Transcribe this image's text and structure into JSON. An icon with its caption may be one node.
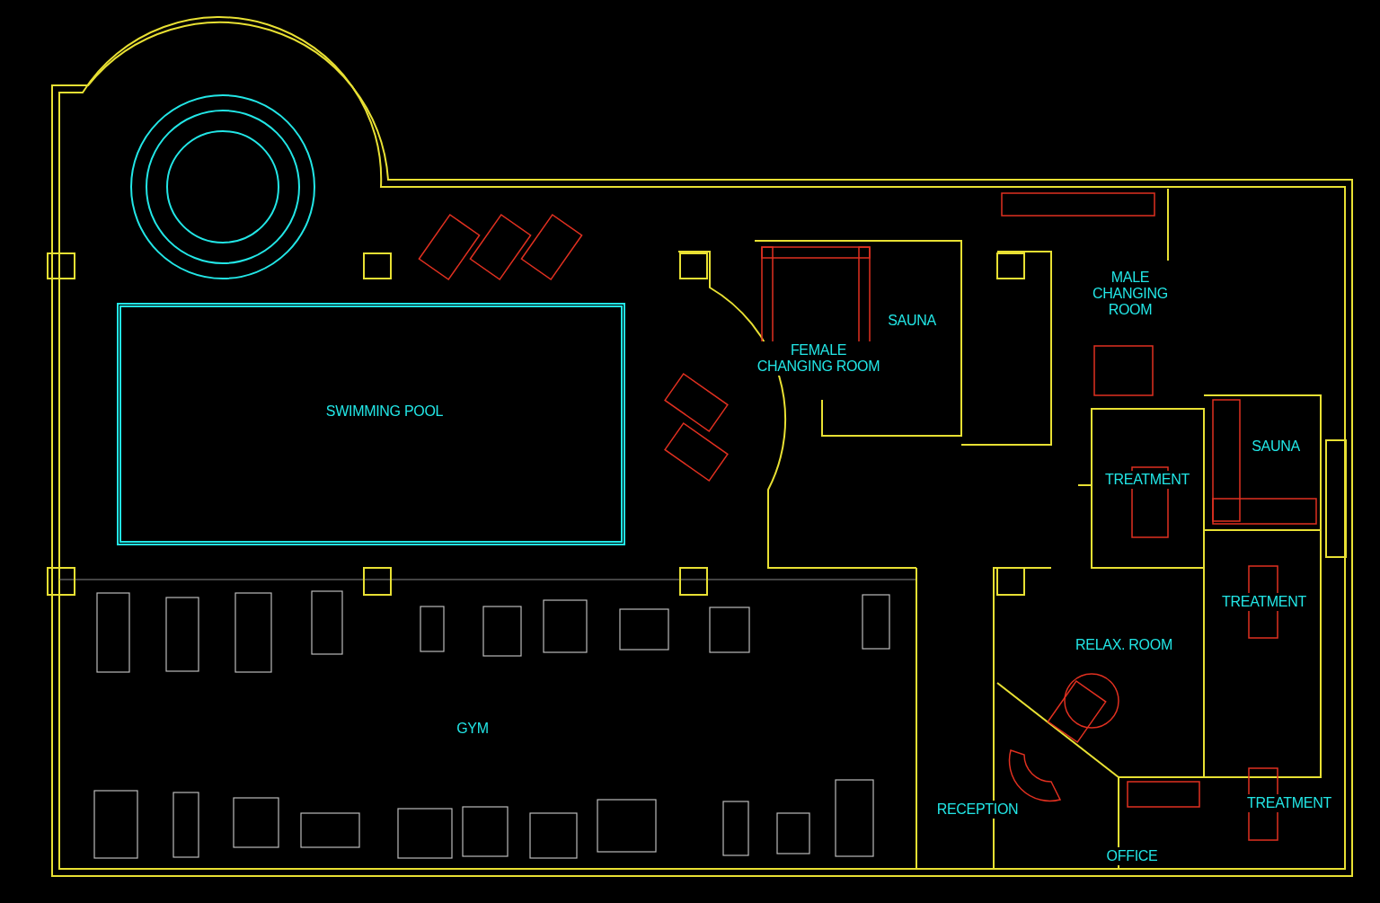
{
  "diagram": {
    "labels": [
      "MALE CHANGING ROOM",
      "SAUNA",
      "FEMALE CHANGING ROOM",
      "SWIMMING POOL",
      "SAUNA",
      "TREATMENT",
      "TREATMENT",
      "RELAX. ROOM",
      "GYM",
      "TREATMENT",
      "RECEPTION",
      "OFFICE"
    ]
  }
}
